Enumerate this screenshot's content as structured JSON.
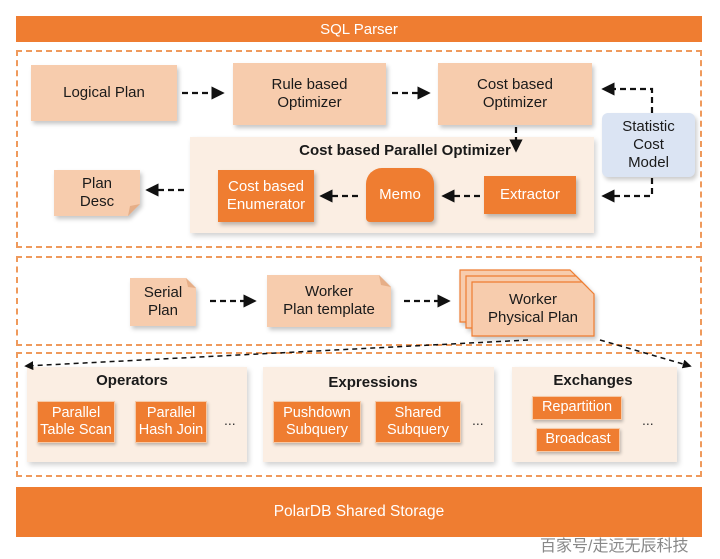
{
  "sql_parser": "SQL Parser",
  "storage": "PolarDB Shared Storage",
  "optimizer": {
    "logical_plan": "Logical Plan",
    "rule_based": "Rule based\nOptimizer",
    "cost_based": "Cost based\nOptimizer",
    "statistic": "Statistic\nCost\nModel",
    "parallel_title": "Cost based Parallel Optimizer",
    "enumerator": "Cost based\nEnumerator",
    "memo": "Memo",
    "extractor": "Extractor",
    "plan_desc": "Plan\nDesc"
  },
  "plans": {
    "serial_plan": "Serial\nPlan",
    "worker_template": "Worker\nPlan template",
    "worker_physical": "Worker\nPhysical Plan"
  },
  "groups": {
    "operators": {
      "title": "Operators",
      "items": [
        "Parallel\nTable Scan",
        "Parallel\nHash Join"
      ],
      "more": "..."
    },
    "expressions": {
      "title": "Expressions",
      "items": [
        "Pushdown\nSubquery",
        "Shared\nSubquery"
      ],
      "more": "..."
    },
    "exchanges": {
      "title": "Exchanges",
      "items": [
        "Repartition",
        "Broadcast"
      ],
      "more": "..."
    }
  },
  "watermark": "百家号/走远无辰科技",
  "colors": {
    "accent": "#ef7d31",
    "light": "#f7ccad",
    "pale": "#fbeee3",
    "blue": "#dbe4f3",
    "dash": "#ef9a5c"
  }
}
